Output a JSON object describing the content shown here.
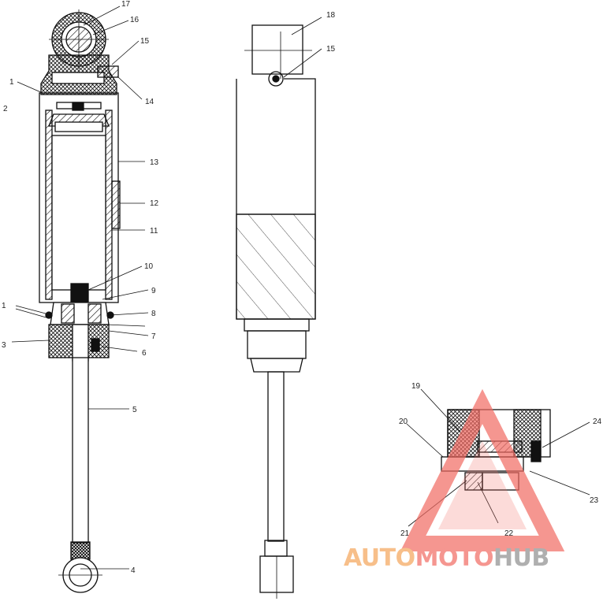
{
  "callouts": [
    {
      "id": "c17",
      "text": "17"
    },
    {
      "id": "c16",
      "text": "16"
    },
    {
      "id": "c15a",
      "text": "15"
    },
    {
      "id": "c1a",
      "text": "1"
    },
    {
      "id": "c14",
      "text": "14"
    },
    {
      "id": "c2",
      "text": "2"
    },
    {
      "id": "c13",
      "text": "13"
    },
    {
      "id": "c12",
      "text": "12"
    },
    {
      "id": "c11",
      "text": "11"
    },
    {
      "id": "c10",
      "text": "10"
    },
    {
      "id": "c9",
      "text": "9"
    },
    {
      "id": "c1b",
      "text": "1"
    },
    {
      "id": "c8",
      "text": "8"
    },
    {
      "id": "c7",
      "text": "7"
    },
    {
      "id": "c3",
      "text": "3"
    },
    {
      "id": "c6",
      "text": "6"
    },
    {
      "id": "c5",
      "text": "5"
    },
    {
      "id": "c4",
      "text": "4"
    },
    {
      "id": "c18",
      "text": "18"
    },
    {
      "id": "c15b",
      "text": "15"
    },
    {
      "id": "c19",
      "text": "19"
    },
    {
      "id": "c20",
      "text": "20"
    },
    {
      "id": "c24",
      "text": "24"
    },
    {
      "id": "c23",
      "text": "23"
    },
    {
      "id": "c21",
      "text": "21"
    },
    {
      "id": "c22",
      "text": "22"
    }
  ],
  "watermark": {
    "part1": "AUTO",
    "part2": "MOTO",
    "part3": "HUB",
    "color_orange": "#f5a55a",
    "color_red": "#f26a62",
    "color_gray": "#8e8e8e"
  }
}
